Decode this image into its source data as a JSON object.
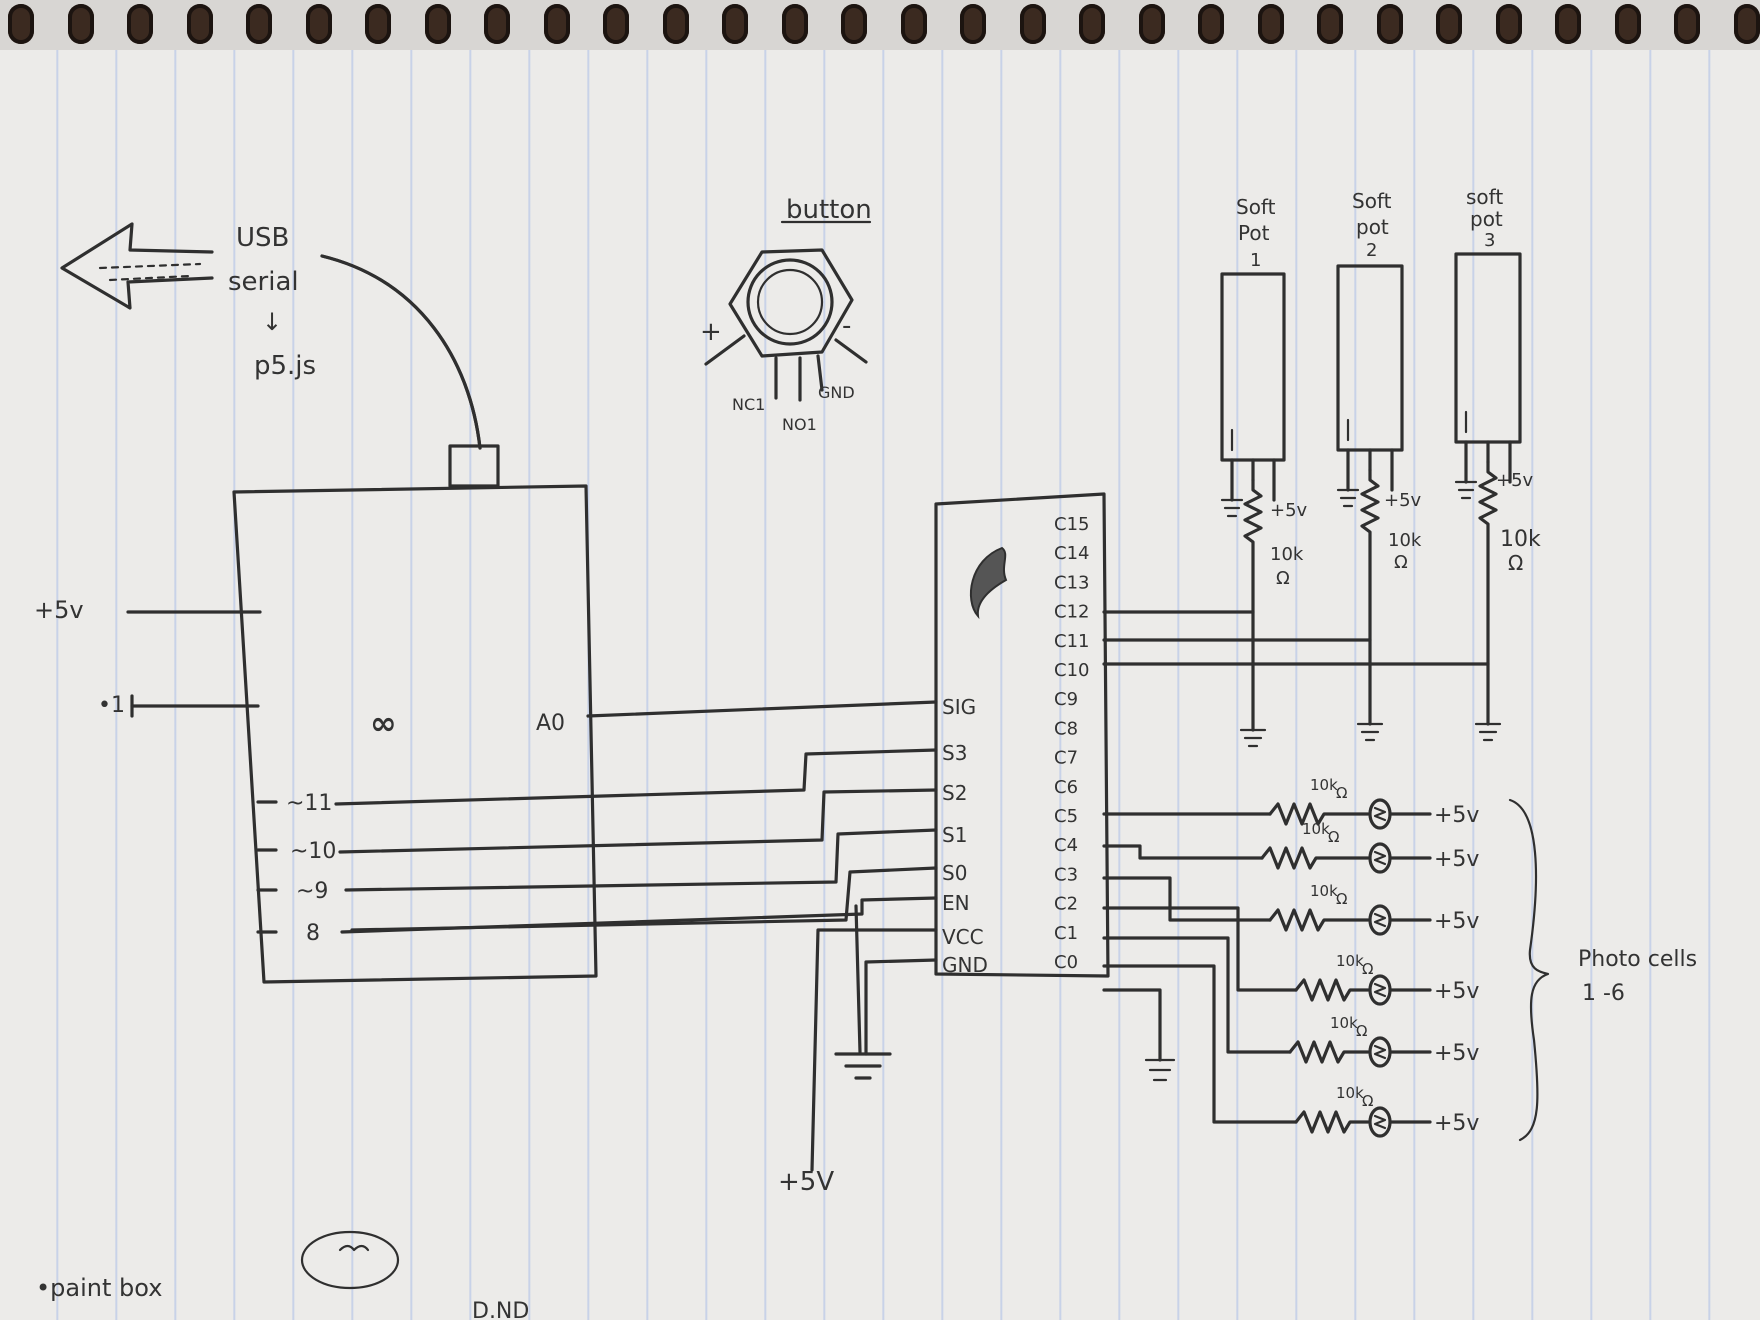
{
  "usb": {
    "line1": "USB",
    "line2": "serial",
    "arrow": "↓",
    "target": "p5.js"
  },
  "button": {
    "title": "button",
    "plus": "+",
    "minus": "-",
    "nc": "NC1",
    "no": "NO1",
    "gnd": "GND"
  },
  "softpots": [
    {
      "line1": "Soft",
      "line2": "Pot",
      "num": "1",
      "v": "+5v",
      "r": "10k",
      "ohm": "Ω"
    },
    {
      "line1": "Soft",
      "line2": "pot",
      "num": "2",
      "v": "+5v",
      "r": "10k",
      "ohm": "Ω"
    },
    {
      "line1": "soft",
      "line2": "pot",
      "num": "3",
      "v": "+5v",
      "r": "10k",
      "ohm": "Ω"
    }
  ],
  "arduino": {
    "logo": "∞",
    "a0": "A0",
    "left_labels": [
      "+5v",
      "•1"
    ],
    "pins": [
      "~11",
      "~10",
      "~9",
      "8"
    ]
  },
  "mux": {
    "left_pins": [
      "SIG",
      "S3",
      "S2",
      "S1",
      "S0",
      "EN",
      "VCC",
      "GND"
    ],
    "right_pins": [
      "C15",
      "C14",
      "C13",
      "C12",
      "C11",
      "C10",
      "C9",
      "C8",
      "C7",
      "C6",
      "C5",
      "C4",
      "C3",
      "C2",
      "C1",
      "C0"
    ]
  },
  "photocells": {
    "resistor": "10k",
    "ohm": "Ω",
    "supply": "+5v",
    "label1": "Photo cells",
    "label2": "1 -6"
  },
  "bottom": {
    "vcc": "+5V",
    "note": "•paint box",
    "partial": "D.ND"
  },
  "colors": {
    "ink": "#2f2f2f",
    "paper": "#ecebe9",
    "rule": "#96afe6"
  }
}
